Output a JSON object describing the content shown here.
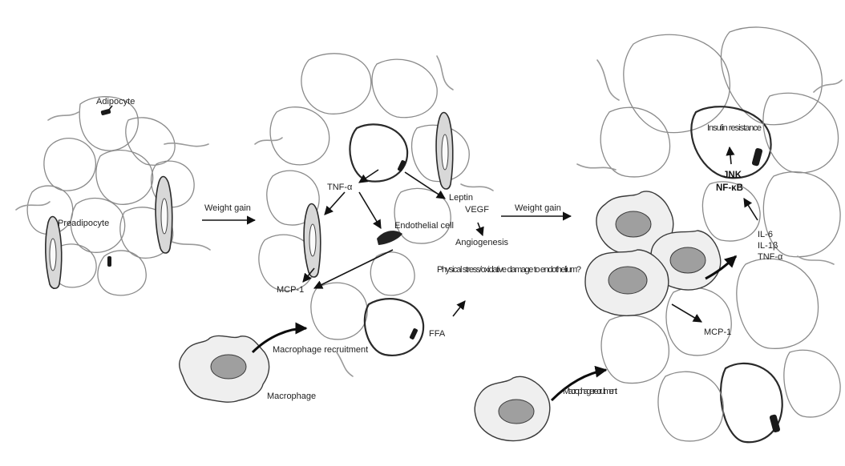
{
  "labels": {
    "adipocyte": "Adipocyte",
    "preadipocyte": "Preadipocyte",
    "weight_gain_1": "Weight gain",
    "weight_gain_2": "Weight gain",
    "tnf": "TNF-α",
    "endothelial_cell": "Endothelial cell",
    "leptin": "Leptin",
    "vegf": "VEGF",
    "angiogenesis": "Angiogenesis",
    "mcp_1": "MCP-1",
    "physical_damage": "Physical stress/oxidative damage to endothelium?",
    "ffa": "FFA",
    "macrophage_recruitment_1": "Macrophage recruitment",
    "macrophage": "Macrophage",
    "insulin_resistance": "Insulin resistance",
    "jnk": "JNK",
    "nfkb": "NF-κB",
    "il6": "IL-6",
    "il1b": "IL-1β",
    "tnf_2": "TNF-α",
    "mcp_2": "MCP-1",
    "macrophage_recruitment_2": "Macrophage recruitment"
  }
}
